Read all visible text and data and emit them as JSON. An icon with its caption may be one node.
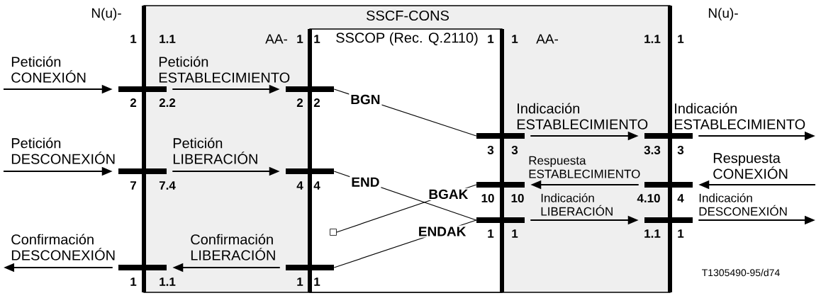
{
  "diagram": {
    "nodes": [
      {
        "text": [
          "SSCF-CONS"
        ]
      },
      {
        "text": [
          "SSCOP (Rec. Q.2110)"
        ],
        "in": 0
      },
      {
        "text": [],
        "shape": "bar"
      },
      {
        "text": [],
        "shape": "bar",
        "in": 0
      },
      {
        "text": [],
        "shape": "bar"
      },
      {
        "text": [],
        "shape": "bar",
        "in": 0
      },
      {
        "text": [],
        "shape": "bar"
      },
      {
        "text": [],
        "shape": "bar",
        "in": 0
      },
      {
        "text": [],
        "shape": "bar",
        "in": 0
      },
      {
        "text": [],
        "shape": "bar"
      },
      {
        "text": [],
        "shape": "bar",
        "in": 0
      },
      {
        "text": [],
        "shape": "bar"
      },
      {
        "text": [],
        "shape": "bar",
        "in": 0
      },
      {
        "text": [],
        "shape": "bar"
      },
      {
        "text": [],
        "shape": "box",
        "in": 1
      }
    ],
    "edges": [
      {
        "from": null,
        "to": 2,
        "arrow": "to",
        "label": "Petición CONEXIÓN"
      },
      {
        "from": 2,
        "to": 3,
        "arrow": "to",
        "label": "Petición ESTABLECIMIENTO"
      },
      {
        "from": null,
        "to": 4,
        "arrow": "to",
        "label": "Petición DESCONEXIÓN"
      },
      {
        "from": 4,
        "to": 5,
        "arrow": "to",
        "label": "Petición LIBERACIÓN"
      },
      {
        "from": 7,
        "to": 6,
        "arrow": "to",
        "label": "Confirmación LIBERACIÓN"
      },
      {
        "from": 6,
        "to": null,
        "arrow": "to",
        "label": "Confirmación DESCONEXIÓN"
      },
      {
        "from": 3,
        "to": 8,
        "arrow": "none",
        "label": "BGN"
      },
      {
        "from": 5,
        "to": 12,
        "arrow": "none",
        "label": "END"
      },
      {
        "from": 10,
        "to": 14,
        "arrow": "none",
        "label": "BGAK"
      },
      {
        "from": 12,
        "to": 7,
        "arrow": "none",
        "label": "ENDAK"
      },
      {
        "from": 8,
        "to": 9,
        "arrow": "to",
        "label": "Indicación ESTABLECIMIENTO"
      },
      {
        "from": 9,
        "to": null,
        "arrow": "to",
        "label": "Indicación ESTABLECIMIENTO"
      },
      {
        "from": 11,
        "to": 10,
        "arrow": "to",
        "label": "Respuesta ESTABLECIMIENTO"
      },
      {
        "from": null,
        "to": 11,
        "arrow": "to",
        "label": "Respuesta CONEXIÓN"
      },
      {
        "from": 12,
        "to": 13,
        "arrow": "to",
        "label": "Indicación LIBERACIÓN"
      },
      {
        "from": 13,
        "to": null,
        "arrow": "to",
        "label": "Indicación DESCONEXIÓN"
      }
    ],
    "labels": [
      "N(u)-",
      "N(u)-",
      "1",
      "1.1",
      "AA-",
      "1",
      "1",
      "1",
      "1",
      "AA-",
      "1.1",
      "1",
      "2",
      "2.2",
      "2",
      "2",
      "3",
      "3",
      "3.3",
      "3",
      "7",
      "7.4",
      "4",
      "4",
      "10",
      "10",
      "4.10",
      "4",
      "1",
      "1",
      "1.1",
      "1",
      "1",
      "1.1",
      "1",
      "1",
      "T1305490-95/d74"
    ]
  }
}
